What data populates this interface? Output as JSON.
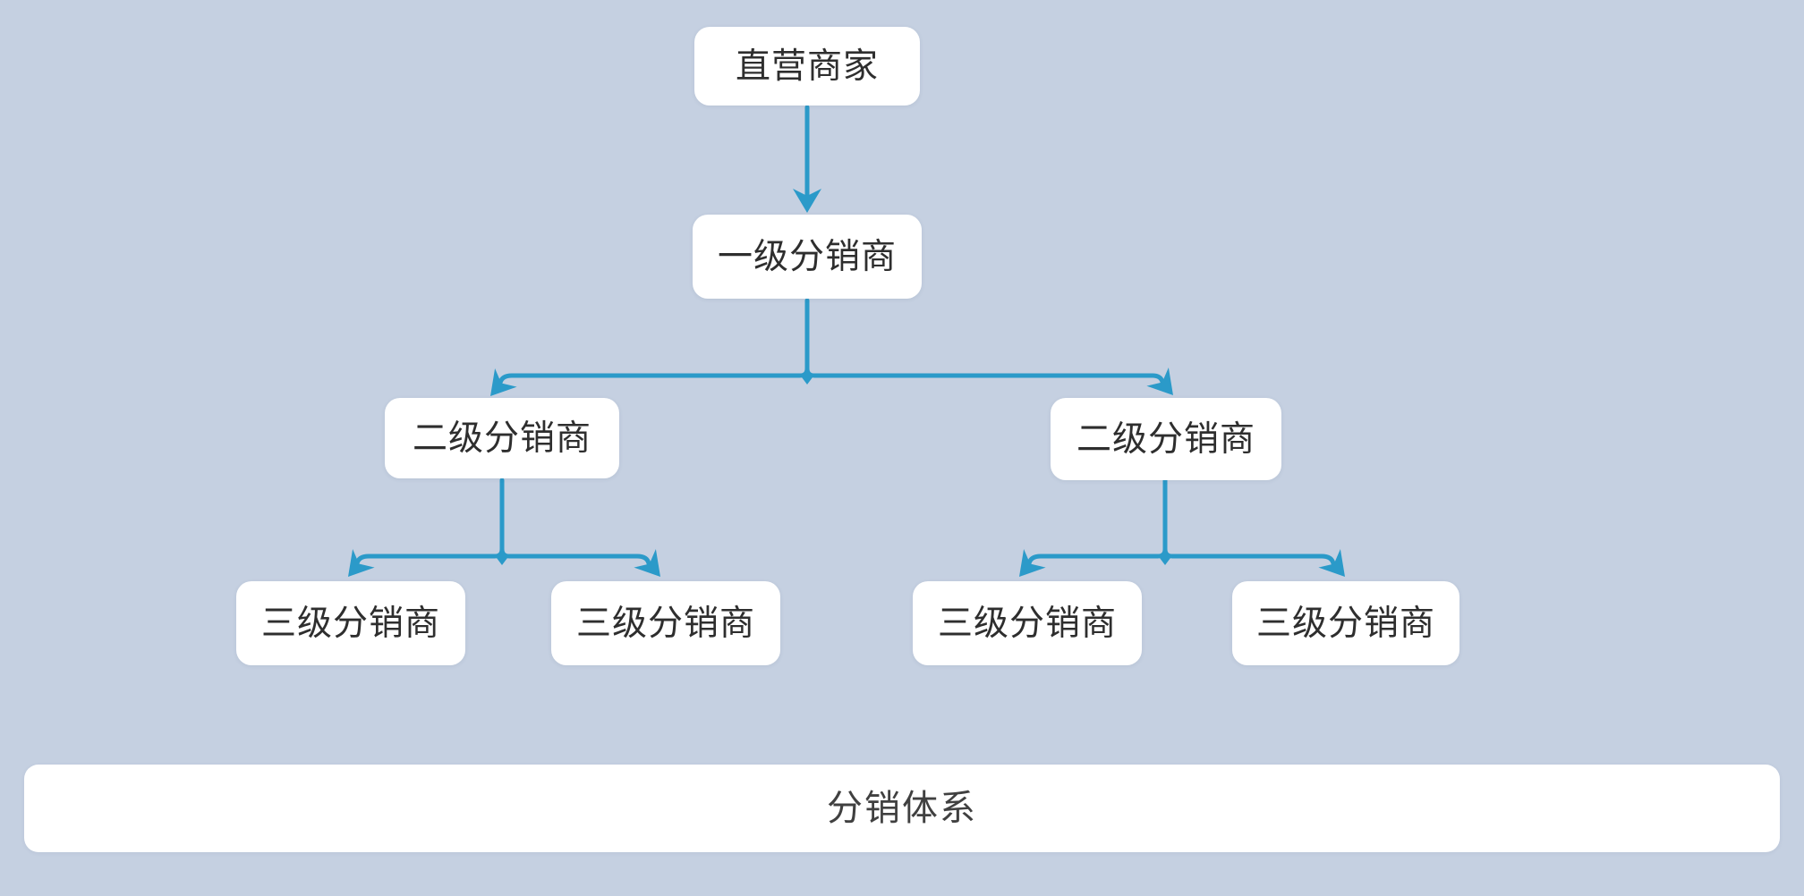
{
  "theme": {
    "background_color": "#c5d0e1",
    "node_fill_color": "#ffffff",
    "connector_color": "#2b9ac9",
    "node_text_color": "#2e2e2e",
    "footer_text_color": "#404040"
  },
  "diagram": {
    "nodes": {
      "root": {
        "label": "直营商家"
      },
      "level1": {
        "label": "一级分销商"
      },
      "level2_left": {
        "label": "二级分销商"
      },
      "level2_right": {
        "label": "二级分销商"
      },
      "level3_a": {
        "label": "三级分销商"
      },
      "level3_b": {
        "label": "三级分销商"
      },
      "level3_c": {
        "label": "三级分销商"
      },
      "level3_d": {
        "label": "三级分销商"
      }
    },
    "footer": {
      "label": "分销体系"
    }
  }
}
